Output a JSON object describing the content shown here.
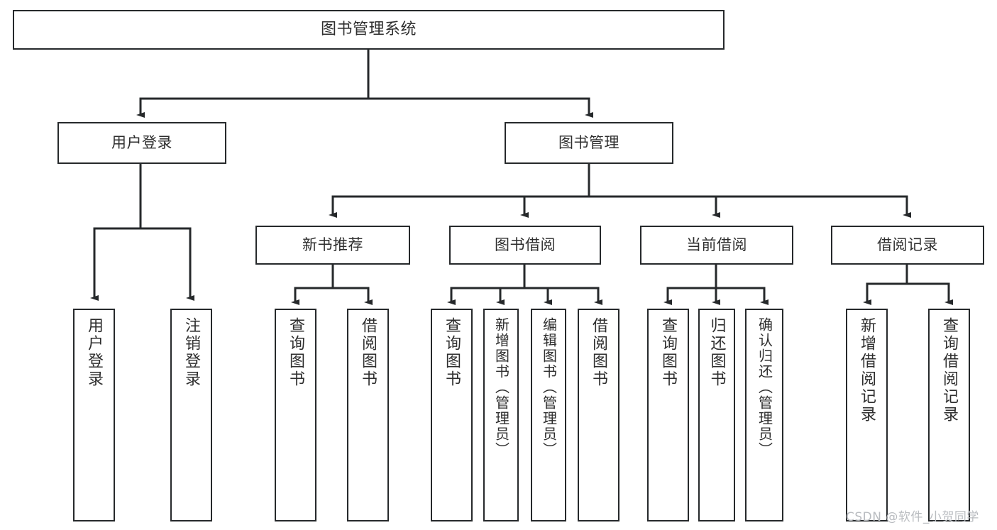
{
  "diagram": {
    "title": "图书管理系统",
    "type": "tree-hierarchy-diagram",
    "colors": {
      "border": "#26292b",
      "text": "#2e2e2e",
      "background": "#ffffff",
      "connector": "#26292b",
      "watermark": "#b9bcc0"
    },
    "watermark": "CSDN @软件_小贺同学",
    "root": {
      "label": "图书管理系统"
    },
    "level2": [
      {
        "id": "user-login",
        "label": "用户登录"
      },
      {
        "id": "book-management",
        "label": "图书管理"
      }
    ],
    "level3": [
      {
        "id": "new-book-recommend",
        "label": "新书推荐"
      },
      {
        "id": "book-borrow",
        "label": "图书借阅"
      },
      {
        "id": "current-borrow",
        "label": "当前借阅"
      },
      {
        "id": "borrow-record",
        "label": "借阅记录"
      }
    ],
    "leaves": {
      "user_login": [
        {
          "id": "leaf-user-login",
          "label": "用户登录"
        },
        {
          "id": "leaf-logout",
          "label": "注销登录"
        }
      ],
      "new_book_recommend": [
        {
          "id": "leaf-query-book-1",
          "label": "查询图书"
        },
        {
          "id": "leaf-borrow-book-1",
          "label": "借阅图书"
        }
      ],
      "book_borrow": [
        {
          "id": "leaf-query-book-2",
          "label": "查询图书"
        },
        {
          "id": "leaf-add-book",
          "label": "新增图书（管理员）"
        },
        {
          "id": "leaf-edit-book",
          "label": "编辑图书（管理员）"
        },
        {
          "id": "leaf-borrow-book-2",
          "label": "借阅图书"
        }
      ],
      "current_borrow": [
        {
          "id": "leaf-query-book-3",
          "label": "查询图书"
        },
        {
          "id": "leaf-return-book",
          "label": "归还图书"
        },
        {
          "id": "leaf-confirm-return",
          "label": "确认归还（管理员）"
        }
      ],
      "borrow_record": [
        {
          "id": "leaf-add-record",
          "label": "新增借阅记录"
        },
        {
          "id": "leaf-query-record",
          "label": "查询借阅记录"
        }
      ]
    }
  }
}
